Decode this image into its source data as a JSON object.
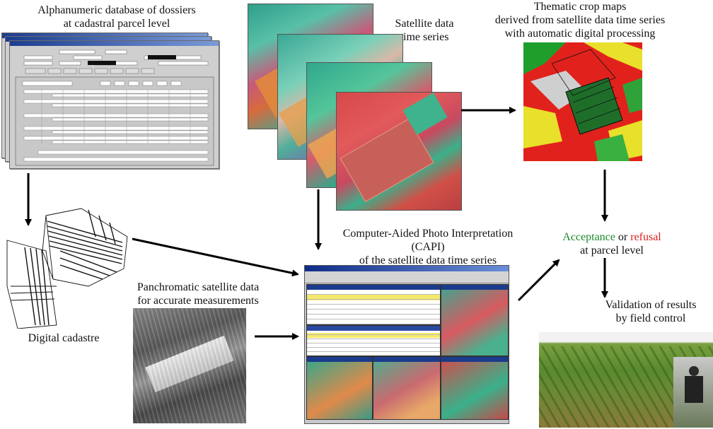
{
  "labels": {
    "database_line1": "Alphanumeric database of dossiers",
    "database_line2": "at cadastral parcel level",
    "satellite_line1": "Satellite data",
    "satellite_line2": "time series",
    "thematic_line1": "Thematic crop maps",
    "thematic_line2": "derived from  satellite data time series",
    "thematic_line3": "with automatic digital processing",
    "capi_line1": "Computer-Aided Photo Interpretation",
    "capi_line2": "(CAPI)",
    "capi_line3": "of the satellite data time series",
    "acceptance": "Acceptance",
    "or": " or ",
    "refusal": "refusal",
    "parcel_level": "at parcel level",
    "panchro_line1": "Panchromatic satellite data",
    "panchro_line2": "for accurate measurements",
    "cadastre": "Digital cadastre",
    "validation_line1": "Validation of results",
    "validation_line2": "by field control"
  },
  "colors": {
    "acceptance": "#1a8a2a",
    "refusal": "#d42020",
    "arrow": "#000000"
  }
}
